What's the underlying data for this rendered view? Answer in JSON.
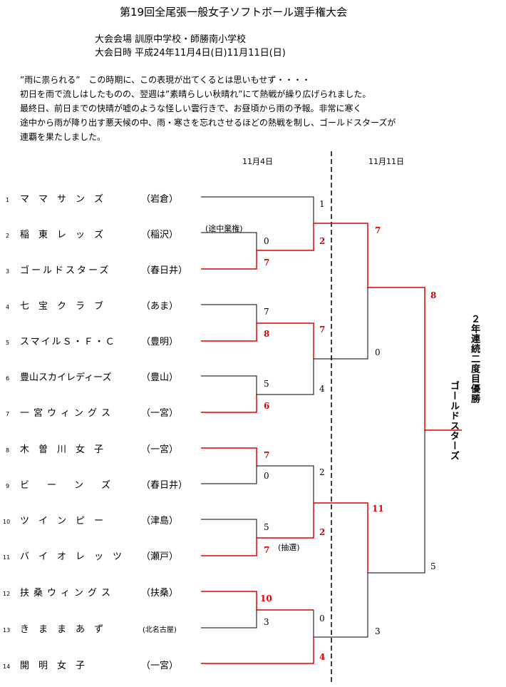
{
  "title": "第19回全尾張一般女子ソフトボール選手権大会",
  "venue_line": "大会会場 訓原中学校・師勝南小学校",
  "date_line": "大会日時 平成24年11月4日(日)11月11日(日)",
  "intro_lines": [
    "”雨に祟られる”　この時期に、この表現が出てくるとは思いもせず・・・・",
    "初日を雨で流しはしたものの、翌週は”素晴らしい秋晴れ”にて熱戦が繰り広げられました。",
    "最終日、前日までの快晴が嘘のような怪しい雲行きで、お昼頃から雨の予報。非常に寒く",
    "途中から雨が降り出す悪天候の中、雨・寒さを忘れさせるほどの熱戦を制し、ゴールドスターズが",
    "連覇を果たしました。"
  ],
  "dates": {
    "day1": "11月4日",
    "day2": "11月11日"
  },
  "teams": [
    {
      "num": "1",
      "name": "マ　マ　サ　ン　ズ",
      "loc": "（岩倉）"
    },
    {
      "num": "2",
      "name": "稲　東　レ　ッ　ズ",
      "loc": "（稲沢）"
    },
    {
      "num": "3",
      "name": "ゴールドスターズ",
      "loc": "（春日井）"
    },
    {
      "num": "4",
      "name": "七　宝　ク　ラ　ブ",
      "loc": "（あま）"
    },
    {
      "num": "5",
      "name": "スマイルＳ・Ｆ・Ｃ",
      "loc": "（豊明）"
    },
    {
      "num": "6",
      "name": "豊山スカイレディーズ",
      "loc": "（豊山）"
    },
    {
      "num": "7",
      "name": "一宮ウィングス",
      "loc": "（一宮）"
    },
    {
      "num": "8",
      "name": "木　曽　川　女　子",
      "loc": "（一宮）"
    },
    {
      "num": "9",
      "name": "ビ　ー　ン　ズ",
      "loc": "（春日井）"
    },
    {
      "num": "10",
      "name": "ツ　イ　ン　ピ　ー",
      "loc": "（津島）"
    },
    {
      "num": "11",
      "name": "バ　イ　オ　レ　ッ　ツ",
      "loc": "（瀬戸）"
    },
    {
      "num": "12",
      "name": "扶桑ウィングス",
      "loc": "（扶桑）"
    },
    {
      "num": "13",
      "name": "き　ま　ま　あ　ず",
      "loc": "(北名古屋)"
    },
    {
      "num": "14",
      "name": "開　明　女　子",
      "loc": "（一宮）"
    }
  ],
  "notes": {
    "withdraw": "(途中棄権)",
    "lottery": "(抽選)"
  },
  "scores": {
    "r1_2": "0",
    "r1_3": "7",
    "r1_4": "7",
    "r1_5": "8",
    "r1_6": "5",
    "r1_7": "6",
    "r1_8": "7",
    "r1_9": "0",
    "r1_10": "5",
    "r1_11": "7",
    "r1_12": "10",
    "r1_13": "3",
    "qf_1": "1",
    "qf_r3": "2",
    "qf_r5": "7",
    "qf_r7": "4",
    "qf_r8": "2",
    "qf_r11": "2",
    "qf_r12": "0",
    "qf_14": "4",
    "sf_top": "7",
    "sf_mid": "0",
    "sf_r8": "11",
    "sf_r12": "3",
    "final_top": "8",
    "final_bottom": "5"
  },
  "champion": {
    "caption": "２年連続二度目優勝",
    "team": "ゴールドスターズ"
  },
  "colors": {
    "winner": "#e00000",
    "line": "#000000"
  }
}
